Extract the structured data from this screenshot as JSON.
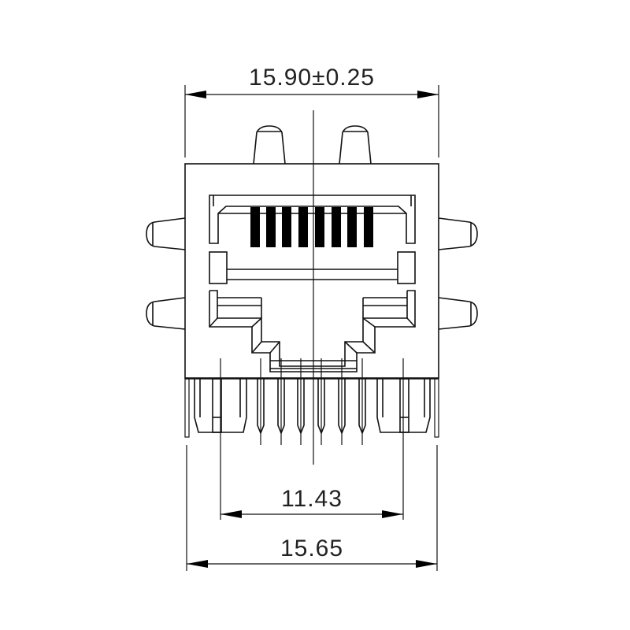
{
  "drawing": {
    "subject": "RJ45 modular jack, front view",
    "dimensions": {
      "top_width": "15.90±0.25",
      "pin_span": "11.43",
      "bottom_width": "15.65"
    },
    "contact_count": 8,
    "colors": {
      "line": "#111111",
      "background": "#ffffff",
      "contacts": "#000000"
    }
  }
}
